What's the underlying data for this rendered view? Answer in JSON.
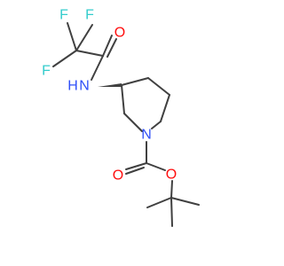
{
  "molecule": {
    "atoms": {
      "F1": {
        "label": "F",
        "color": "#33cccc"
      },
      "F2": {
        "label": "F",
        "color": "#33cccc"
      },
      "F3": {
        "label": "F",
        "color": "#33cccc"
      },
      "O_amide": {
        "label": "O",
        "color": "#ff0d0d"
      },
      "NH": {
        "label": "H",
        "color": "#3050f8"
      },
      "N_ring": {
        "label": "N",
        "color": "#3050f8"
      },
      "O_carbonyl": {
        "label": "O",
        "color": "#ff0d0d"
      },
      "O_ester": {
        "label": "O",
        "color": "#ff0d0d"
      }
    },
    "nh_label": {
      "text": "N",
      "color": "#3050f8"
    },
    "bond_color": "#404040"
  }
}
